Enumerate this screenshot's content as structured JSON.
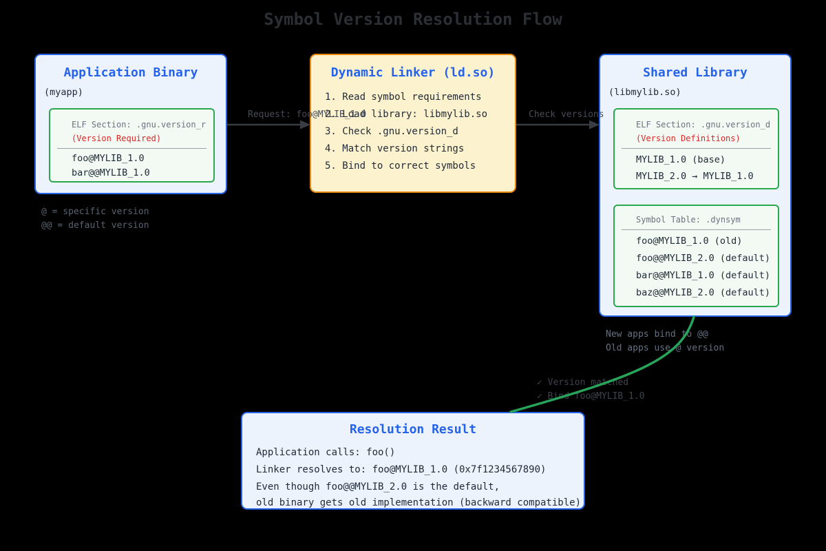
{
  "page": {
    "title": "Symbol Version Resolution Flow"
  },
  "colors": {
    "background": "#000000",
    "box_border_blue": "#2563eb",
    "box_fill_blue": "#edf3fd",
    "box_border_amber": "#e8890c",
    "box_fill_amber": "#fdf2ce",
    "inner_border_green": "#2aa84f",
    "inner_fill_green": "#f2faf3",
    "accent_red": "#dc2626",
    "curve_green": "#27a35a",
    "arrow_gray": "#383d44"
  },
  "app_binary": {
    "title": "Application Binary",
    "subtitle": "(myapp)",
    "elf_section": {
      "header": "ELF Section: .gnu.version_r",
      "note": "(Version Required)",
      "symbols": [
        "foo@MYLIB_1.0",
        "bar@@MYLIB_1.0"
      ]
    }
  },
  "legend": {
    "lines": [
      "@ = specific version",
      "@@ = default version"
    ]
  },
  "linker": {
    "title": "Dynamic Linker (ld.so)",
    "steps": [
      "1. Read symbol requirements",
      "2. Load library: libmylib.so",
      "3. Check .gnu.version_d",
      "4. Match version strings",
      "5. Bind to correct symbols"
    ]
  },
  "arrows": {
    "request_label": "Request: foo@MYLIB_1.0",
    "check_label": "Check versions"
  },
  "shared_library": {
    "title": "Shared Library",
    "subtitle": "(libmylib.so)",
    "version_defs": {
      "header": "ELF Section: .gnu.version_d",
      "note": "(Version Definitions)",
      "entries": [
        "MYLIB_1.0 (base)",
        "MYLIB_2.0 → MYLIB_1.0"
      ]
    },
    "symbol_table": {
      "header": "Symbol Table: .dynsym",
      "entries": [
        "foo@MYLIB_1.0 (old)",
        "foo@@MYLIB_2.0 (default)",
        "bar@@MYLIB_1.0 (default)",
        "baz@@MYLIB_2.0 (default)"
      ]
    }
  },
  "annotations": {
    "bind_note": [
      "New apps bind to @@",
      "Old apps use @ version"
    ],
    "result_note": [
      "✓ Version matched",
      "✓ Bind foo@MYLIB_1.0"
    ]
  },
  "result": {
    "title": "Resolution Result",
    "lines": [
      "Application calls: foo()",
      "Linker resolves to: foo@MYLIB_1.0 (0x7f1234567890)",
      "Even though foo@@MYLIB_2.0 is the default,",
      "old binary gets old implementation (backward compatible)"
    ]
  }
}
